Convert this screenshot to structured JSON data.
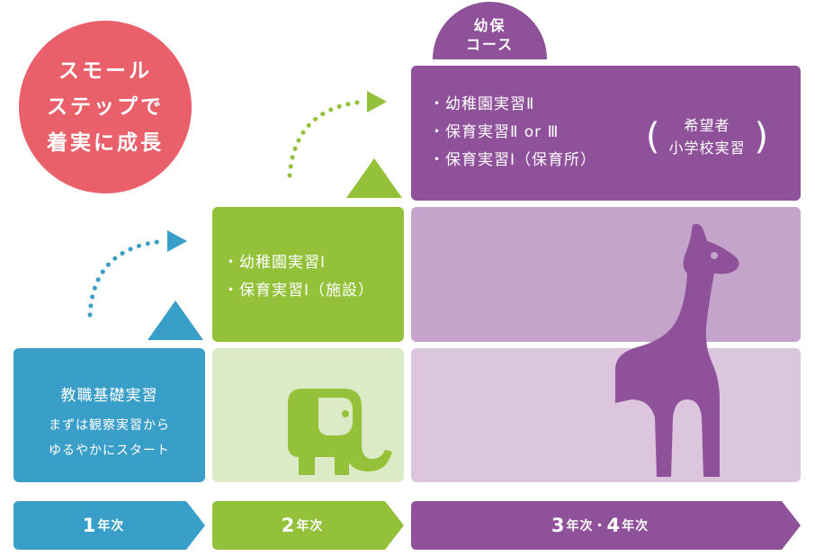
{
  "badge": {
    "lines": [
      "スモール",
      "ステップで",
      "着実に成長"
    ],
    "color": "#e9606b"
  },
  "course_tab": {
    "lines": [
      "幼保",
      "コース"
    ],
    "color": "#8f519a"
  },
  "year1": {
    "title": "教職基礎実習",
    "desc_lines": [
      "まずは観察実習から",
      "ゆるやかにスタート"
    ],
    "label_num": "1",
    "label_unit": "年次",
    "color": "#3a9fc8"
  },
  "year2": {
    "items": [
      "・幼稚園実習Ⅰ",
      "・保育実習Ⅰ（施設）"
    ],
    "label_num": "2",
    "label_unit": "年次",
    "color": "#93c13a"
  },
  "year34": {
    "items": [
      "・幼稚園実習Ⅱ",
      "・保育実習Ⅱ or Ⅲ",
      "・保育実習Ⅰ（保育所）"
    ],
    "option_lines": [
      "希望者",
      "小学校実習"
    ],
    "label_num_a": "3",
    "label_unit_a": "年次・",
    "label_num_b": "4",
    "label_unit_b": "年次",
    "color": "#8f519a"
  },
  "icons": [
    "elephant-icon",
    "giraffe-icon",
    "triangle-up-icon",
    "dotted-arrow-icon"
  ]
}
